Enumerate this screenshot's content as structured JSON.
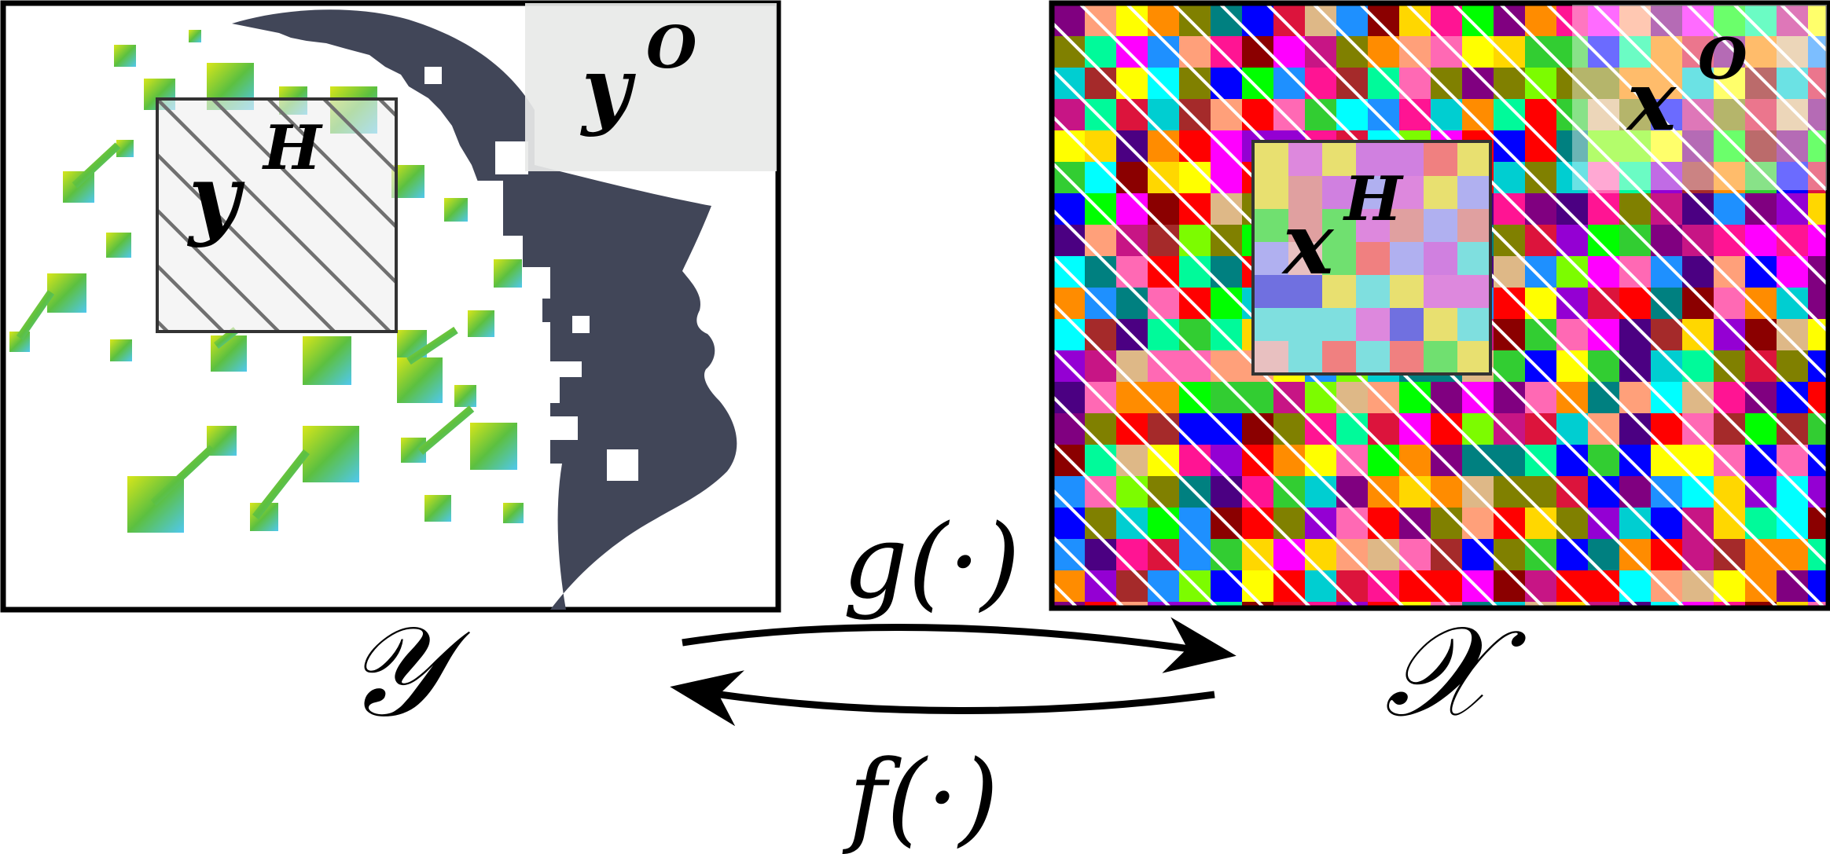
{
  "left_panel": {
    "space_label": "𝒴",
    "inner_region": {
      "base": "y",
      "sup": "H"
    },
    "outer_region": {
      "base": "y",
      "sup": "O"
    }
  },
  "right_panel": {
    "space_label": "𝒳",
    "inner_region": {
      "base": "x",
      "sup": "H"
    },
    "outer_region": {
      "base": "x",
      "sup": "O"
    }
  },
  "arrows": {
    "forward_label": "g(·)",
    "backward_label": "f(·)"
  },
  "colors": {
    "silhouette": "#414658",
    "stroke": "#000000",
    "hatch": "#707070",
    "gradient_start": "#c8e020",
    "gradient_mid": "#5cc040",
    "gradient_end": "#55c4ec"
  },
  "icons": [
    "profile-silhouette-icon",
    "pixel-scatter-icon",
    "color-mosaic-icon"
  ]
}
